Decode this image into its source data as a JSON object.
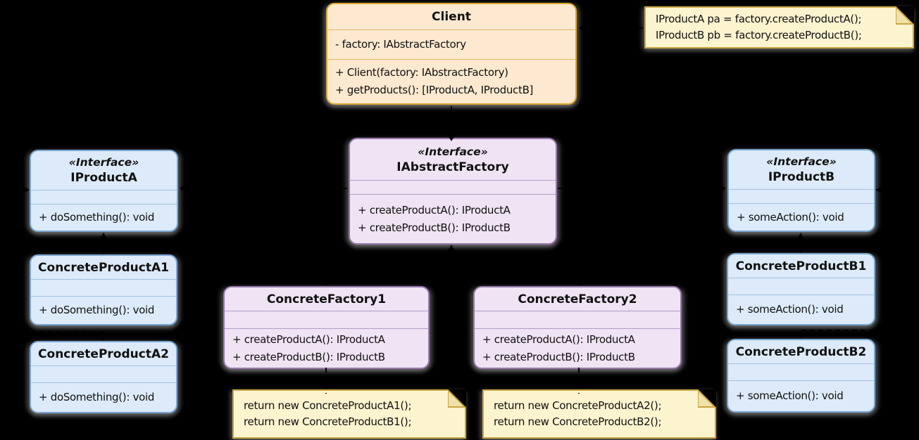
{
  "colors": {
    "background": "#000000",
    "class_orange_fill": "#FCE9CF",
    "class_orange_border": "#DCA62D",
    "class_purple_fill": "#EFE3F4",
    "class_purple_border": "#9878AD",
    "class_blue_fill": "#DCEAF9",
    "class_blue_border": "#79A6D2",
    "note_fill": "#FCF3CF",
    "note_border": "#C8A53F",
    "text": "#111111",
    "shadow": "#8C8C8C",
    "connector": "#000000"
  },
  "classes": [
    {
      "title": "Client",
      "stereotype": "",
      "attributes": [
        "- factory: IAbstractFactory"
      ],
      "methods": [
        "+ Client(factory: IAbstractFactory)",
        "+ getProducts(): [IProductA, IProductB]"
      ],
      "theme": "orange"
    },
    {
      "title": "IAbstractFactory",
      "stereotype": "«Interface»",
      "attributes": [],
      "methods": [
        "+ createProductA(): IProductA",
        "+ createProductB(): IProductB"
      ],
      "theme": "purple"
    },
    {
      "title": "IProductA",
      "stereotype": "«Interface»",
      "attributes": [],
      "methods": [
        "+ doSomething(): void"
      ],
      "theme": "blue"
    },
    {
      "title": "ConcreteProductA1",
      "stereotype": "",
      "attributes": [],
      "methods": [
        "+ doSomething(): void"
      ],
      "theme": "blue"
    },
    {
      "title": "ConcreteProductA2",
      "stereotype": "",
      "attributes": [],
      "methods": [
        "+ doSomething(): void"
      ],
      "theme": "blue"
    },
    {
      "title": "ConcreteFactory1",
      "stereotype": "",
      "attributes": [],
      "methods": [
        "+ createProductA(): IProductA",
        "+ createProductB(): IProductB"
      ],
      "theme": "purple"
    },
    {
      "title": "ConcreteFactory2",
      "stereotype": "",
      "attributes": [],
      "methods": [
        "+ createProductA(): IProductA",
        "+ createProductB(): IProductB"
      ],
      "theme": "purple"
    },
    {
      "title": "IProductB",
      "stereotype": "«Interface»",
      "attributes": [],
      "methods": [
        "+ someAction(): void"
      ],
      "theme": "blue"
    },
    {
      "title": "ConcreteProductB1",
      "stereotype": "",
      "attributes": [],
      "methods": [
        "+ someAction(): void"
      ],
      "theme": "blue"
    },
    {
      "title": "ConcreteProductB2",
      "stereotype": "",
      "attributes": [],
      "methods": [
        "+ someAction(): void"
      ],
      "theme": "blue"
    }
  ],
  "notes": [
    {
      "lines": [
        "IProductA pa = factory.createProductA();",
        "IProductB pb = factory.createProductB();"
      ]
    },
    {
      "lines": [
        "return new ConcreteProductA1();",
        "return new ConcreteProductB1();"
      ]
    },
    {
      "lines": [
        "return new ConcreteProductA2();",
        "return new ConcreteProductB2();"
      ]
    }
  ],
  "connectors": [
    {
      "from": "Client",
      "to": "IAbstractFactory",
      "type": "directed-association"
    },
    {
      "from": "ConcreteFactory1",
      "to": "IAbstractFactory",
      "type": "realization"
    },
    {
      "from": "ConcreteFactory2",
      "to": "IAbstractFactory",
      "type": "realization"
    },
    {
      "from": "ConcreteProductA1",
      "to": "IProductA",
      "type": "realization"
    },
    {
      "from": "ConcreteProductA2",
      "to": "IProductA",
      "type": "realization"
    },
    {
      "from": "ConcreteProductB1",
      "to": "IProductB",
      "type": "realization"
    },
    {
      "from": "ConcreteProductB2",
      "to": "IProductB",
      "type": "realization"
    },
    {
      "from": "IAbstractFactory",
      "to": "IProductA",
      "type": "dependency"
    },
    {
      "from": "IAbstractFactory",
      "to": "IProductB",
      "type": "dependency"
    },
    {
      "from": "note-0",
      "to": "Client",
      "type": "note-link"
    },
    {
      "from": "note-1",
      "to": "ConcreteFactory1",
      "type": "note-link"
    },
    {
      "from": "note-2",
      "to": "ConcreteFactory2",
      "type": "note-link"
    }
  ]
}
